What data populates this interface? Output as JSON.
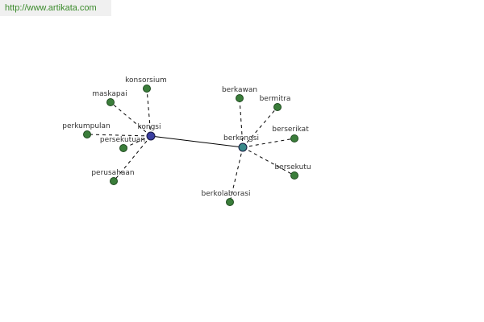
{
  "banner": {
    "url": "http://www.artikata.com"
  },
  "colors": {
    "edge": "#000000",
    "leaf_fill": "#3a7d3a",
    "hub_kongsi": "#3a3ea0",
    "hub_berkongsi": "#3a8a8a"
  },
  "graph": {
    "hubs": [
      {
        "id": "kongsi",
        "label": "kongsi"
      },
      {
        "id": "berkongsi",
        "label": "berkongsi"
      }
    ],
    "leaves": [
      {
        "id": "konsorsium",
        "label": "konsorsium",
        "hub": "kongsi"
      },
      {
        "id": "maskapai",
        "label": "maskapai",
        "hub": "kongsi"
      },
      {
        "id": "perkumpulan",
        "label": "perkumpulan",
        "hub": "kongsi"
      },
      {
        "id": "persekutuan",
        "label": "persekutuan",
        "hub": "kongsi"
      },
      {
        "id": "perusahaan",
        "label": "perusahaan",
        "hub": "kongsi"
      },
      {
        "id": "berkawan",
        "label": "berkawan",
        "hub": "berkongsi"
      },
      {
        "id": "bermitra",
        "label": "bermitra",
        "hub": "berkongsi"
      },
      {
        "id": "berserikat",
        "label": "berserikat",
        "hub": "berkongsi"
      },
      {
        "id": "bersekutu",
        "label": "bersekutu",
        "hub": "berkongsi"
      },
      {
        "id": "berkolaborasi",
        "label": "berkolaborasi",
        "hub": "berkongsi"
      }
    ]
  }
}
